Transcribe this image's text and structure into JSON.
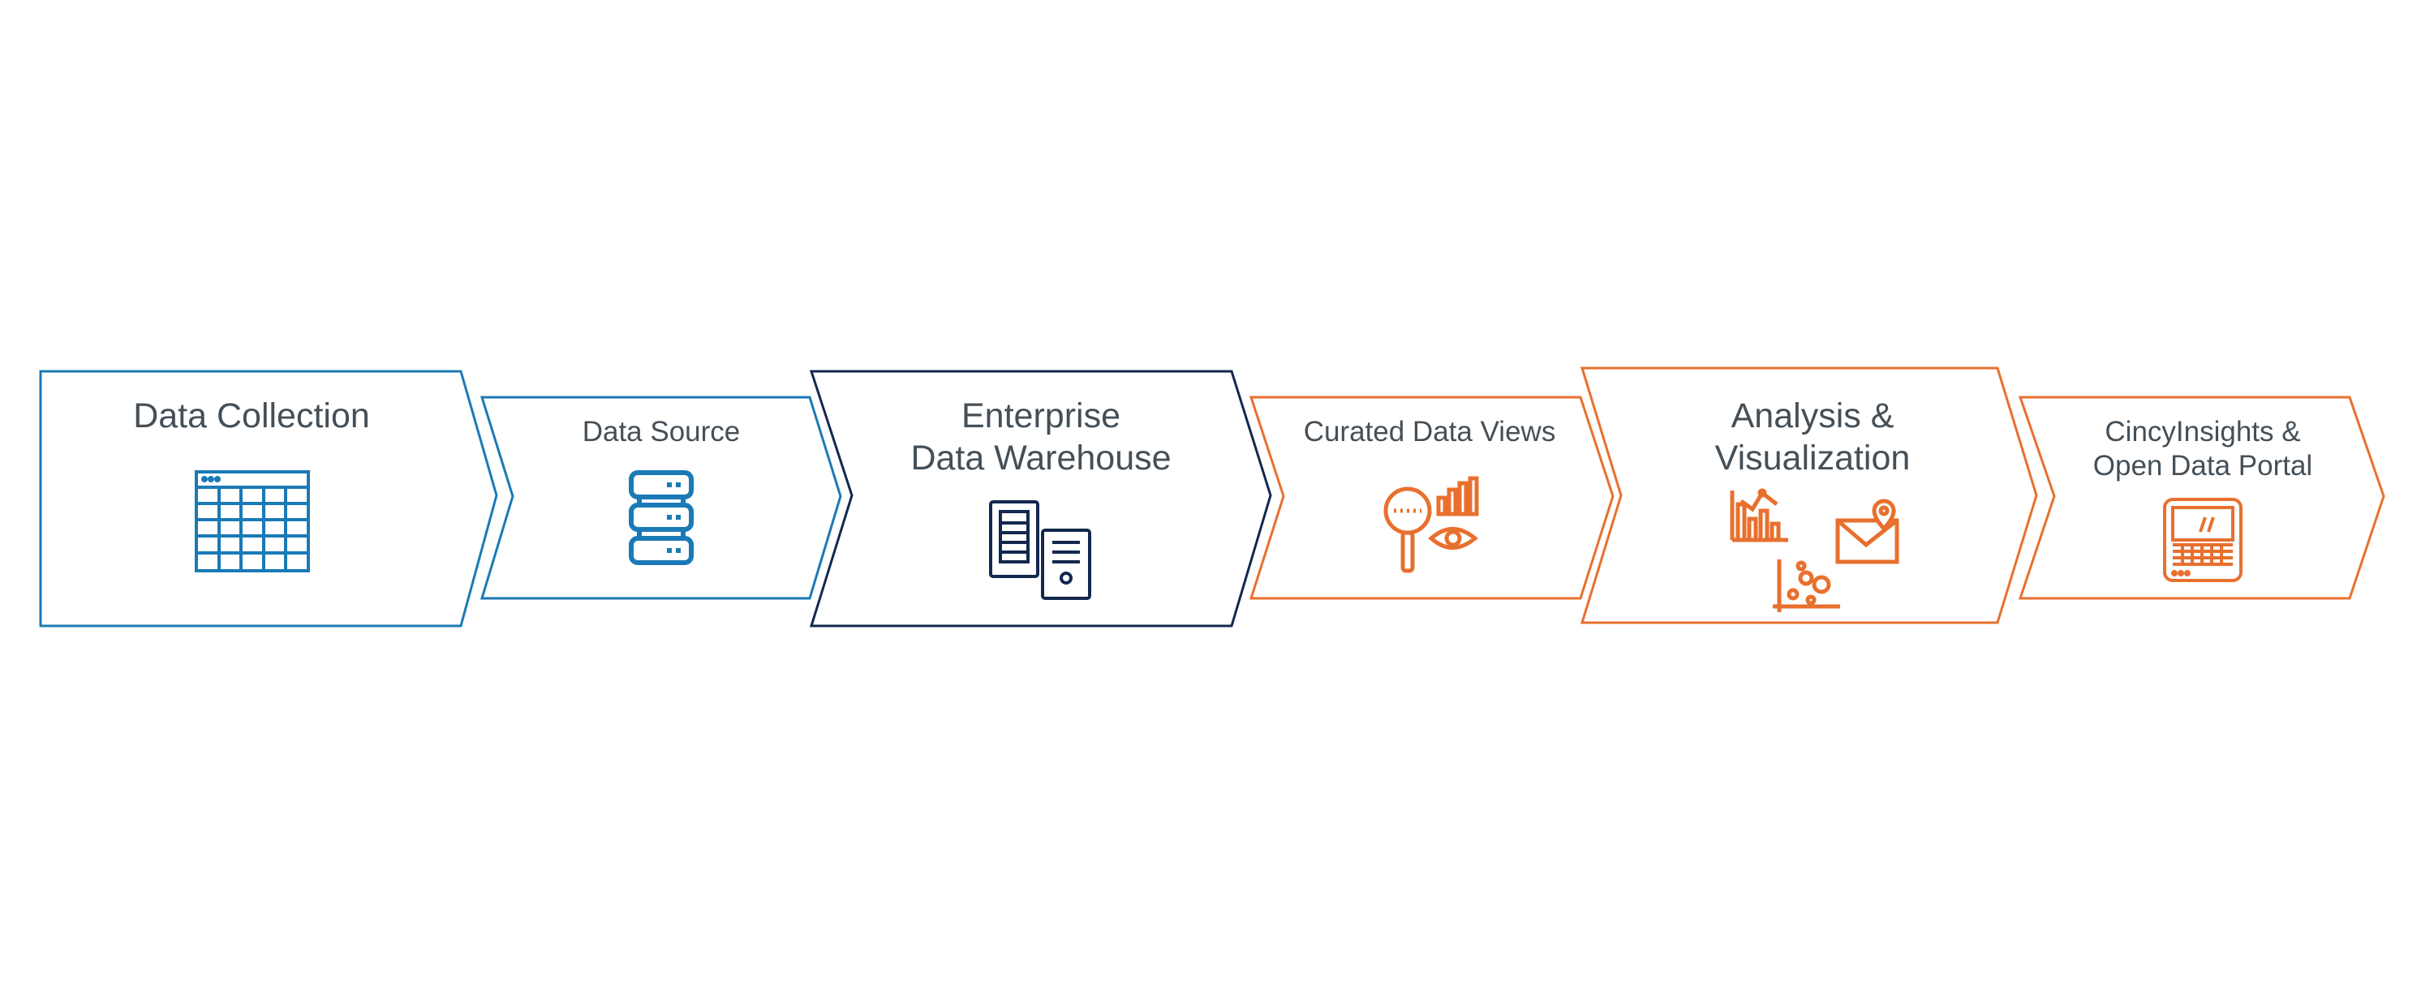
{
  "colors": {
    "light_blue": "#1a7ab6",
    "navy": "#13284f",
    "orange": "#e8702e",
    "text": "#454f57"
  },
  "steps": [
    {
      "title_lines": [
        "Data Collection"
      ],
      "icon": "spreadsheet-icon"
    },
    {
      "title_lines": [
        "Data Source"
      ],
      "icon": "database-stack-icon"
    },
    {
      "title_lines": [
        "Enterprise",
        "Data Warehouse"
      ],
      "icon": "server-computer-icon"
    },
    {
      "title_lines": [
        "Curated Data Views"
      ],
      "icon": "magnifier-chart-eye-icon"
    },
    {
      "title_lines": [
        "Analysis &",
        "Visualization"
      ],
      "icon": "charts-and-map-icon"
    },
    {
      "title_lines": [
        "CincyInsights &",
        "Open Data Portal"
      ],
      "icon": "laptop-icon"
    }
  ]
}
